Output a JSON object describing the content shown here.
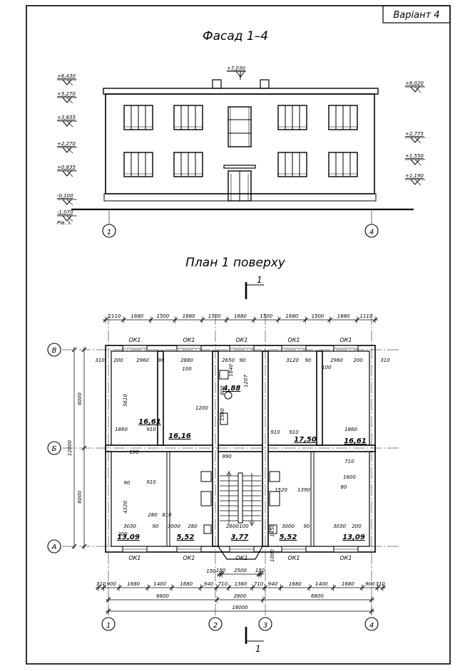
{
  "variant_label": "Варіант 4",
  "facade": {
    "title": "Фасад 1–4",
    "axis_left": "1",
    "axis_right": "4",
    "levels_left": [
      "+6,430",
      "+5,270",
      "+3,835",
      "+2,270",
      "+0,835",
      "-0,100",
      "-1,070"
    ],
    "ground_note": "Рів. з.",
    "level_top": "+7,030",
    "levels_right": [
      "+6,020",
      "+2,775",
      "+1,550",
      "+1,190"
    ]
  },
  "plan": {
    "title": "План 1 поверху",
    "section_mark": "1",
    "axes_letters": [
      "В",
      "Б",
      "А"
    ],
    "axes_numbers": [
      "1",
      "2",
      "3",
      "4"
    ],
    "top_dims": [
      "1110",
      "1680",
      "1500",
      "1680",
      "1500",
      "1680",
      "1500",
      "1680",
      "1500",
      "1680",
      "1110"
    ],
    "window_labels": [
      "ОК1",
      "ОК1",
      "ОК1",
      "ОК1",
      "ОК1",
      "ОК1",
      "ОК1",
      "ОК1",
      "ОК1",
      "ОК1"
    ],
    "bottom_dims_row1": [
      "310",
      "900",
      "1680",
      "1400",
      "1680",
      "940",
      "710",
      "1380",
      "710",
      "940",
      "1680",
      "1400",
      "1680",
      "900",
      "310"
    ],
    "bottom_dims_row2": [
      "6600",
      "2800",
      "6600"
    ],
    "total_dim": "16000",
    "stair_dims": [
      "150",
      "2500",
      "150"
    ],
    "left_dims": [
      "6000",
      "6000"
    ],
    "left_total": "12000",
    "room_areas": [
      "16,61",
      "16,16",
      "4,88",
      "17,50",
      "16,61",
      "13,09",
      "5,52",
      "3,77",
      "5,52",
      "13,09"
    ],
    "room_dims": [
      "310",
      "200",
      "2960",
      "90",
      "2880",
      "100",
      "2650",
      "90",
      "3120",
      "90",
      "2960",
      "200",
      "310",
      "5610",
      "1860",
      "910",
      "1200",
      "990",
      "910",
      "910",
      "1860",
      "1840",
      "1207",
      "800",
      "1500",
      "4320",
      "280",
      "3030",
      "90",
      "3000",
      "280",
      "2600",
      "100",
      "3000",
      "90",
      "3030",
      "200",
      "910",
      "1520",
      "1390",
      "810",
      "710",
      "1600",
      "80",
      "1450",
      "1000",
      "190",
      "100",
      "200",
      "90",
      "150"
    ]
  }
}
